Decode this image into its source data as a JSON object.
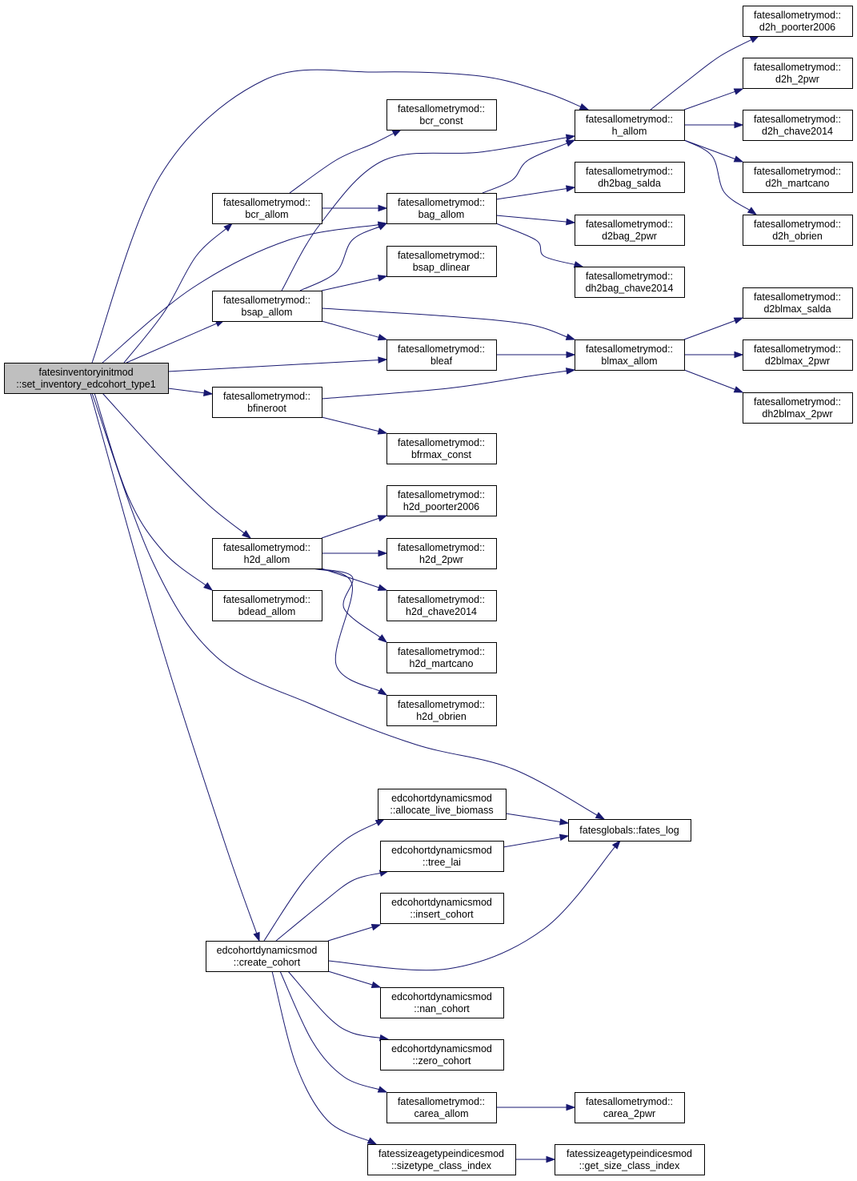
{
  "nodes": {
    "root": {
      "line1": "fatesinventoryinitmod",
      "line2": "::set_inventory_edcohort_type1"
    },
    "bcr_allom": {
      "line1": "fatesallometrymod::",
      "line2": "bcr_allom"
    },
    "bsap_allom": {
      "line1": "fatesallometrymod::",
      "line2": "bsap_allom"
    },
    "bfineroot": {
      "line1": "fatesallometrymod::",
      "line2": "bfineroot"
    },
    "h2d_allom": {
      "line1": "fatesallometrymod::",
      "line2": "h2d_allom"
    },
    "bdead_allom": {
      "line1": "fatesallometrymod::",
      "line2": "bdead_allom"
    },
    "create_cohort": {
      "line1": "edcohortdynamicsmod",
      "line2": "::create_cohort"
    },
    "bcr_const": {
      "line1": "fatesallometrymod::",
      "line2": "bcr_const"
    },
    "bag_allom": {
      "line1": "fatesallometrymod::",
      "line2": "bag_allom"
    },
    "bsap_dlinear": {
      "line1": "fatesallometrymod::",
      "line2": "bsap_dlinear"
    },
    "bleaf": {
      "line1": "fatesallometrymod::",
      "line2": "bleaf"
    },
    "bfrmax_const": {
      "line1": "fatesallometrymod::",
      "line2": "bfrmax_const"
    },
    "h2d_poorter2006": {
      "line1": "fatesallometrymod::",
      "line2": "h2d_poorter2006"
    },
    "h2d_2pwr": {
      "line1": "fatesallometrymod::",
      "line2": "h2d_2pwr"
    },
    "h2d_chave2014": {
      "line1": "fatesallometrymod::",
      "line2": "h2d_chave2014"
    },
    "h2d_martcano": {
      "line1": "fatesallometrymod::",
      "line2": "h2d_martcano"
    },
    "h2d_obrien": {
      "line1": "fatesallometrymod::",
      "line2": "h2d_obrien"
    },
    "allocate_live_biomass": {
      "line1": "edcohortdynamicsmod",
      "line2": "::allocate_live_biomass"
    },
    "tree_lai": {
      "line1": "edcohortdynamicsmod",
      "line2": "::tree_lai"
    },
    "insert_cohort": {
      "line1": "edcohortdynamicsmod",
      "line2": "::insert_cohort"
    },
    "nan_cohort": {
      "line1": "edcohortdynamicsmod",
      "line2": "::nan_cohort"
    },
    "zero_cohort": {
      "line1": "edcohortdynamicsmod",
      "line2": "::zero_cohort"
    },
    "carea_allom": {
      "line1": "fatesallometrymod::",
      "line2": "carea_allom"
    },
    "sizetype_class_index": {
      "line1": "fatessizeagetypeindicesmod",
      "line2": "::sizetype_class_index"
    },
    "h_allom": {
      "line1": "fatesallometrymod::",
      "line2": "h_allom"
    },
    "dh2bag_salda": {
      "line1": "fatesallometrymod::",
      "line2": "dh2bag_salda"
    },
    "d2bag_2pwr": {
      "line1": "fatesallometrymod::",
      "line2": "d2bag_2pwr"
    },
    "dh2bag_chave2014": {
      "line1": "fatesallometrymod::",
      "line2": "dh2bag_chave2014"
    },
    "blmax_allom": {
      "line1": "fatesallometrymod::",
      "line2": "blmax_allom"
    },
    "fates_log": {
      "line1": "fatesglobals::fates_log",
      "line2": ""
    },
    "carea_2pwr": {
      "line1": "fatesallometrymod::",
      "line2": "carea_2pwr"
    },
    "get_size_class_index": {
      "line1": "fatessizeagetypeindicesmod",
      "line2": "::get_size_class_index"
    },
    "d2h_poorter2006": {
      "line1": "fatesallometrymod::",
      "line2": "d2h_poorter2006"
    },
    "d2h_2pwr": {
      "line1": "fatesallometrymod::",
      "line2": "d2h_2pwr"
    },
    "d2h_chave2014": {
      "line1": "fatesallometrymod::",
      "line2": "d2h_chave2014"
    },
    "d2h_martcano": {
      "line1": "fatesallometrymod::",
      "line2": "d2h_martcano"
    },
    "d2h_obrien": {
      "line1": "fatesallometrymod::",
      "line2": "d2h_obrien"
    },
    "d2blmax_salda": {
      "line1": "fatesallometrymod::",
      "line2": "d2blmax_salda"
    },
    "d2blmax_2pwr": {
      "line1": "fatesallometrymod::",
      "line2": "d2blmax_2pwr"
    },
    "dh2blmax_2pwr": {
      "line1": "fatesallometrymod::",
      "line2": "dh2blmax_2pwr"
    }
  },
  "edges": [
    [
      "root",
      "bcr_allom"
    ],
    [
      "root",
      "bsap_allom"
    ],
    [
      "root",
      "bfineroot"
    ],
    [
      "root",
      "h2d_allom"
    ],
    [
      "root",
      "bdead_allom"
    ],
    [
      "root",
      "create_cohort"
    ],
    [
      "root",
      "bleaf"
    ],
    [
      "root",
      "bag_allom"
    ],
    [
      "root",
      "h_allom"
    ],
    [
      "root",
      "fates_log"
    ],
    [
      "bcr_allom",
      "bcr_const"
    ],
    [
      "bcr_allom",
      "bag_allom"
    ],
    [
      "bsap_allom",
      "bsap_dlinear"
    ],
    [
      "bsap_allom",
      "bleaf"
    ],
    [
      "bsap_allom",
      "blmax_allom"
    ],
    [
      "bsap_allom",
      "h_allom"
    ],
    [
      "bsap_allom",
      "bag_allom"
    ],
    [
      "bfineroot",
      "bfrmax_const"
    ],
    [
      "bfineroot",
      "blmax_allom"
    ],
    [
      "h2d_allom",
      "h2d_poorter2006"
    ],
    [
      "h2d_allom",
      "h2d_2pwr"
    ],
    [
      "h2d_allom",
      "h2d_chave2014"
    ],
    [
      "h2d_allom",
      "h2d_martcano"
    ],
    [
      "h2d_allom",
      "h2d_obrien"
    ],
    [
      "bag_allom",
      "h_allom"
    ],
    [
      "bag_allom",
      "dh2bag_salda"
    ],
    [
      "bag_allom",
      "d2bag_2pwr"
    ],
    [
      "bag_allom",
      "dh2bag_chave2014"
    ],
    [
      "bleaf",
      "blmax_allom"
    ],
    [
      "h_allom",
      "d2h_poorter2006"
    ],
    [
      "h_allom",
      "d2h_2pwr"
    ],
    [
      "h_allom",
      "d2h_chave2014"
    ],
    [
      "h_allom",
      "d2h_martcano"
    ],
    [
      "h_allom",
      "d2h_obrien"
    ],
    [
      "blmax_allom",
      "d2blmax_salda"
    ],
    [
      "blmax_allom",
      "d2blmax_2pwr"
    ],
    [
      "blmax_allom",
      "dh2blmax_2pwr"
    ],
    [
      "create_cohort",
      "allocate_live_biomass"
    ],
    [
      "create_cohort",
      "tree_lai"
    ],
    [
      "create_cohort",
      "insert_cohort"
    ],
    [
      "create_cohort",
      "fates_log"
    ],
    [
      "create_cohort",
      "nan_cohort"
    ],
    [
      "create_cohort",
      "zero_cohort"
    ],
    [
      "create_cohort",
      "carea_allom"
    ],
    [
      "create_cohort",
      "sizetype_class_index"
    ],
    [
      "allocate_live_biomass",
      "fates_log"
    ],
    [
      "tree_lai",
      "fates_log"
    ],
    [
      "carea_allom",
      "carea_2pwr"
    ],
    [
      "sizetype_class_index",
      "get_size_class_index"
    ]
  ]
}
